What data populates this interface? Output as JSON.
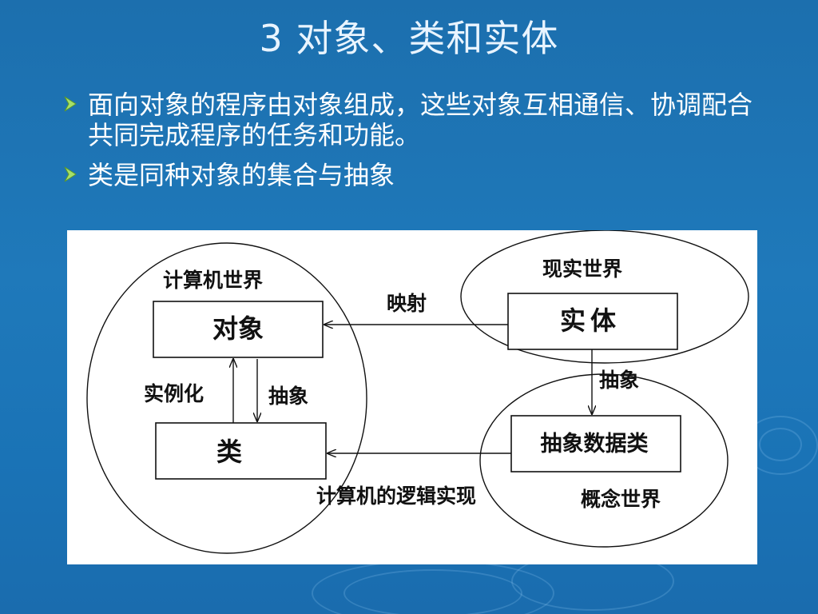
{
  "slide": {
    "title": "3 对象、类和实体",
    "bullets": [
      {
        "text": "面向对象的程序由对象组成，这些对象互相通信、协调配合共同完成程序的任务和功能。"
      },
      {
        "text": "类是同种对象的集合与抽象"
      }
    ]
  },
  "diagram": {
    "computer_world_label": "计算机世界",
    "real_world_label": "现实世界",
    "concept_world_label": "概念世界",
    "object_box": "对象",
    "class_box": "类",
    "entity_box": "实体",
    "abstract_data_class_box": "抽象数据类",
    "mapping_label": "映射",
    "instantiation_label": "实例化",
    "abstraction_label_left": "抽象",
    "abstraction_label_right": "抽象",
    "logical_realization_label": "计算机的逻辑实现"
  },
  "colors": {
    "background": "#1c6fae",
    "title": "#e9f4ff",
    "bullet_marker": "#a6e06a",
    "diagram_bg": "#ffffff",
    "diagram_ink": "#111111"
  }
}
